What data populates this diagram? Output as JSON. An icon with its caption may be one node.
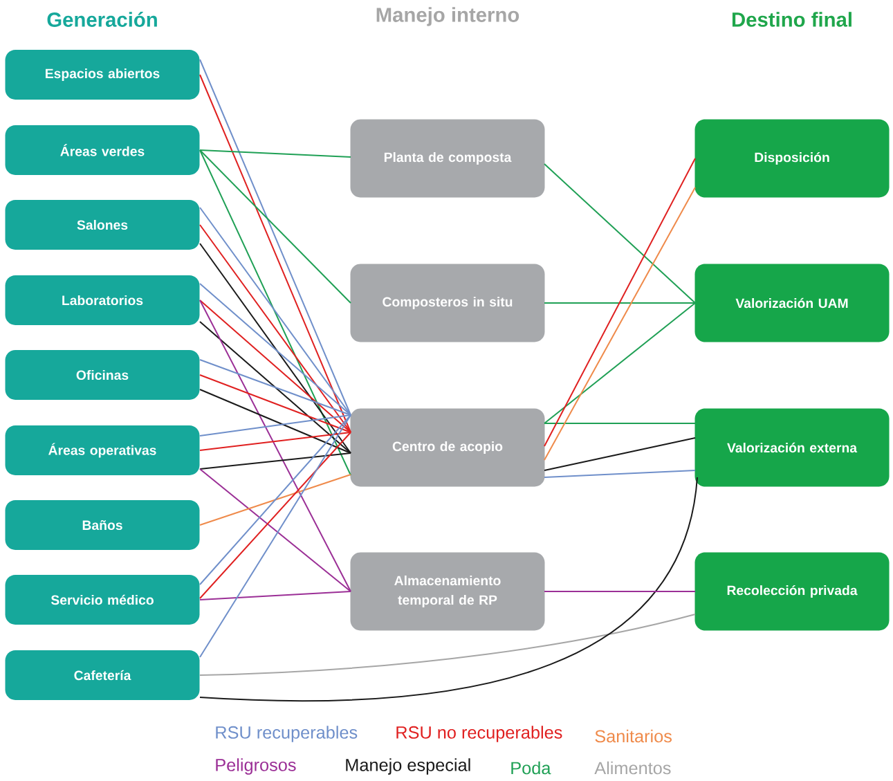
{
  "diagram": {
    "nodes": [
      {
        "text": [
          "Espacios abiertos"
        ]
      },
      {
        "text": [
          "Áreas verdes"
        ]
      },
      {
        "text": [
          "Salones"
        ]
      },
      {
        "text": [
          "Laboratorios"
        ]
      },
      {
        "text": [
          "Oficinas"
        ]
      },
      {
        "text": [
          "Áreas operativas"
        ]
      },
      {
        "text": [
          "Baños"
        ]
      },
      {
        "text": [
          "Servicio médico"
        ]
      },
      {
        "text": [
          "Cafetería"
        ]
      },
      {
        "text": [
          "Planta de composta"
        ]
      },
      {
        "text": [
          "Composteros in situ"
        ]
      },
      {
        "text": [
          "Centro de acopio"
        ]
      },
      {
        "text": [
          "Almacenamiento temporal de RP"
        ]
      },
      {
        "text": [
          "Disposición"
        ]
      },
      {
        "text": [
          "Valorización UAM"
        ]
      },
      {
        "text": [
          "Valorización externa"
        ]
      },
      {
        "text": [
          "Recolección privada"
        ]
      }
    ],
    "edges": [
      {
        "from": 0,
        "to": 11,
        "arrow": "none",
        "color": "#6f8fca"
      },
      {
        "from": 0,
        "to": 11,
        "arrow": "none",
        "color": "#e02020"
      },
      {
        "from": 1,
        "to": 9,
        "arrow": "none",
        "color": "#1fa055"
      },
      {
        "from": 1,
        "to": 10,
        "arrow": "none",
        "color": "#1fa055"
      },
      {
        "from": 1,
        "to": 11,
        "arrow": "none",
        "color": "#1fa055"
      },
      {
        "from": 2,
        "to": 11,
        "arrow": "none",
        "color": "#6f8fca"
      },
      {
        "from": 2,
        "to": 11,
        "arrow": "none",
        "color": "#e02020"
      },
      {
        "from": 2,
        "to": 11,
        "arrow": "none",
        "color": "#1a1a1a"
      },
      {
        "from": 3,
        "to": 11,
        "arrow": "none",
        "color": "#6f8fca"
      },
      {
        "from": 3,
        "to": 11,
        "arrow": "none",
        "color": "#e02020"
      },
      {
        "from": 3,
        "to": 11,
        "arrow": "none",
        "color": "#1a1a1a"
      },
      {
        "from": 3,
        "to": 12,
        "arrow": "none",
        "color": "#9b2f96"
      },
      {
        "from": 4,
        "to": 11,
        "arrow": "none",
        "color": "#6f8fca"
      },
      {
        "from": 4,
        "to": 11,
        "arrow": "none",
        "color": "#e02020"
      },
      {
        "from": 4,
        "to": 11,
        "arrow": "none",
        "color": "#1a1a1a"
      },
      {
        "from": 5,
        "to": 11,
        "arrow": "none",
        "color": "#6f8fca"
      },
      {
        "from": 5,
        "to": 11,
        "arrow": "none",
        "color": "#e02020"
      },
      {
        "from": 5,
        "to": 11,
        "arrow": "none",
        "color": "#1a1a1a"
      },
      {
        "from": 5,
        "to": 12,
        "arrow": "none",
        "color": "#9b2f96"
      },
      {
        "from": 6,
        "to": 11,
        "arrow": "none",
        "color": "#ef8a4a"
      },
      {
        "from": 7,
        "to": 11,
        "arrow": "none",
        "color": "#6f8fca"
      },
      {
        "from": 7,
        "to": 11,
        "arrow": "none",
        "color": "#e02020"
      },
      {
        "from": 7,
        "to": 12,
        "arrow": "none",
        "color": "#9b2f96"
      },
      {
        "from": 8,
        "to": 11,
        "arrow": "none",
        "color": "#6f8fca"
      },
      {
        "from": 8,
        "to": 16,
        "arrow": "none",
        "color": "#a6a6a6"
      },
      {
        "from": 8,
        "to": 15,
        "arrow": "none",
        "color": "#1a1a1a"
      },
      {
        "from": 9,
        "to": 14,
        "arrow": "none",
        "color": "#1fa055"
      },
      {
        "from": 10,
        "to": 14,
        "arrow": "none",
        "color": "#1fa055"
      },
      {
        "from": 11,
        "to": 14,
        "arrow": "none",
        "color": "#1fa055"
      },
      {
        "from": 11,
        "to": 15,
        "arrow": "none",
        "color": "#1fa055"
      },
      {
        "from": 11,
        "to": 13,
        "arrow": "none",
        "color": "#e02020"
      },
      {
        "from": 11,
        "to": 13,
        "arrow": "none",
        "color": "#ef8a4a"
      },
      {
        "from": 11,
        "to": 15,
        "arrow": "none",
        "color": "#1a1a1a"
      },
      {
        "from": 11,
        "to": 15,
        "arrow": "none",
        "color": "#6f8fca"
      },
      {
        "from": 12,
        "to": 16,
        "arrow": "none",
        "color": "#9b2f96"
      }
    ],
    "labels": [
      "Generación",
      "Manejo interno",
      "Destino final"
    ],
    "legend": [
      {
        "text": "RSU recuperables",
        "color": "#6f8fca"
      },
      {
        "text": "RSU no recuperables",
        "color": "#e02020"
      },
      {
        "text": "Sanitarios",
        "color": "#ef8a4a"
      },
      {
        "text": "Peligrosos",
        "color": "#9b2f96"
      },
      {
        "text": "Manejo especial",
        "color": "#1a1a1a"
      },
      {
        "text": "Poda",
        "color": "#1fa055"
      },
      {
        "text": "Alimentos",
        "color": "#a6a6a6"
      }
    ]
  }
}
